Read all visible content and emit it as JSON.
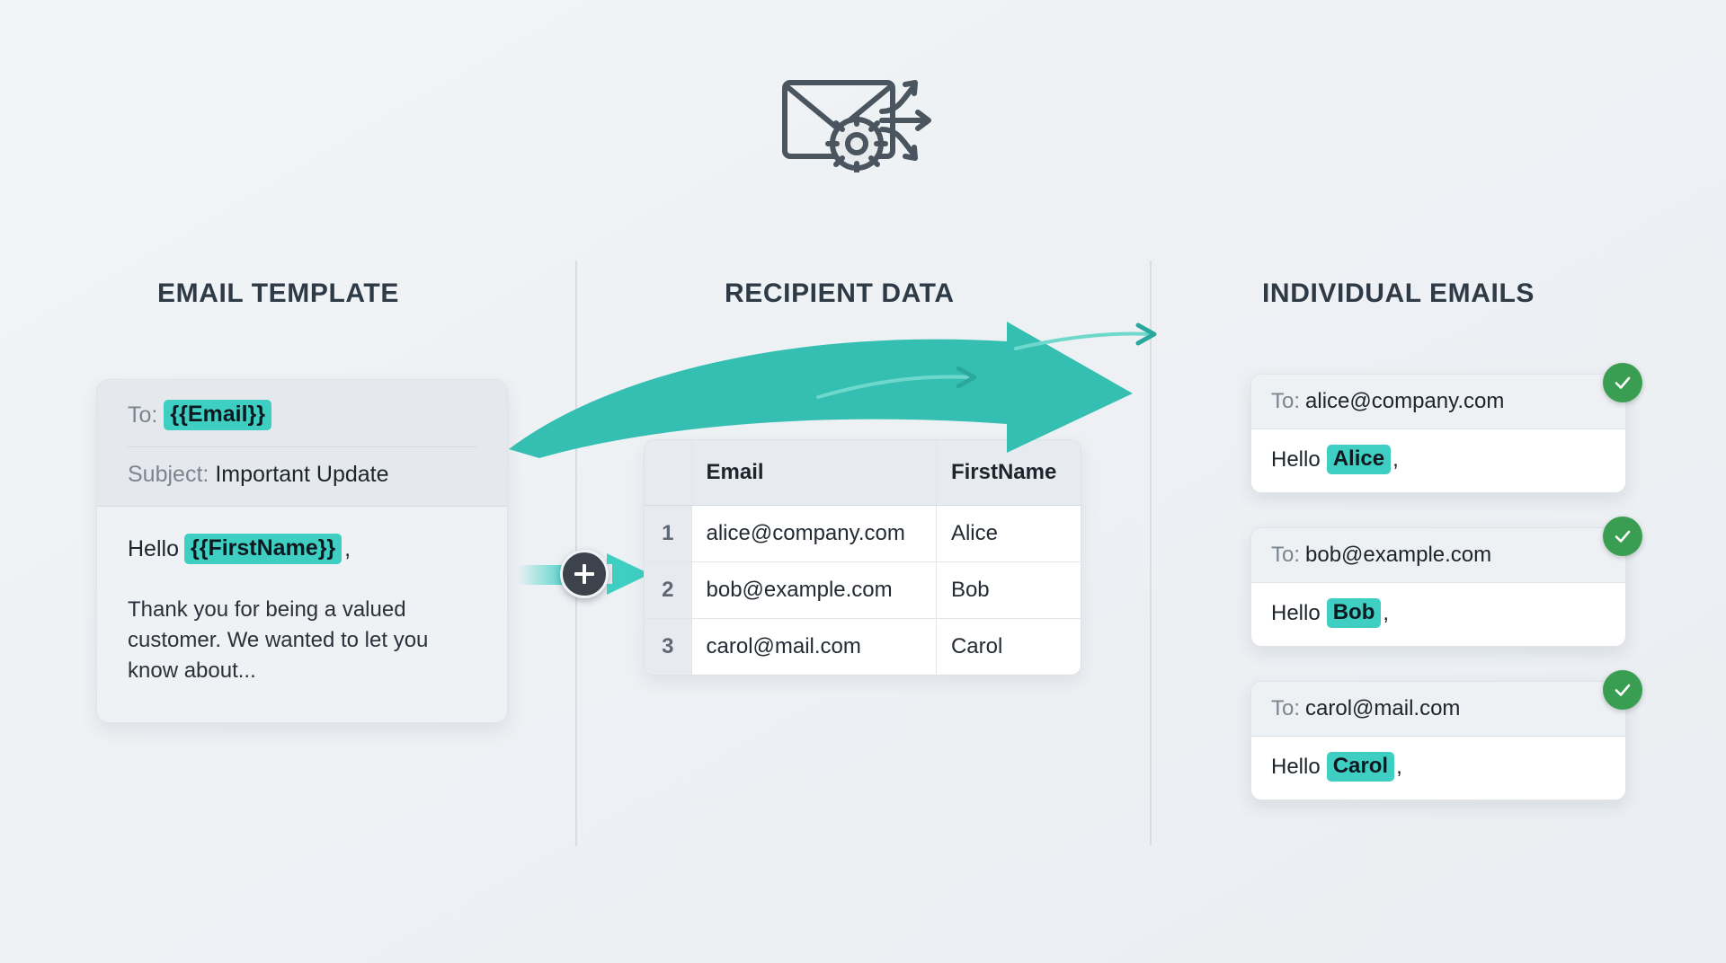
{
  "header": {
    "icon": "envelope-gear-arrows-icon"
  },
  "sections": {
    "template_heading": "EMAIL TEMPLATE",
    "data_heading": "RECIPIENT DATA",
    "output_heading": "INDIVIDUAL EMAILS"
  },
  "template_card": {
    "to_label": "To:",
    "to_token": "{{Email}}",
    "subject_label": "Subject:",
    "subject_value": "Important Update",
    "greeting_label": "Hello",
    "greeting_token": "{{FirstName}}",
    "greeting_punct": ",",
    "body_text": "Thank you for being a valued customer. We wanted to let you know about..."
  },
  "connector": {
    "symbol": "+",
    "name": "merge-plus-icon"
  },
  "recipient_table": {
    "columns": [
      "",
      "Email",
      "FirstName"
    ],
    "rows": [
      {
        "num": "1",
        "email": "alice@company.com",
        "first_name": "Alice"
      },
      {
        "num": "2",
        "email": "bob@example.com",
        "first_name": "Bob"
      },
      {
        "num": "3",
        "email": "carol@mail.com",
        "first_name": "Carol"
      }
    ]
  },
  "output_emails": [
    {
      "to_label": "To:",
      "address": "alice@company.com",
      "greeting_label": "Hello",
      "name": "Alice",
      "punct": ",",
      "status": "sent"
    },
    {
      "to_label": "To:",
      "address": "bob@example.com",
      "greeting_label": "Hello",
      "name": "Bob",
      "punct": ",",
      "status": "sent"
    },
    {
      "to_label": "To:",
      "address": "carol@mail.com",
      "greeting_label": "Hello",
      "name": "Carol",
      "punct": ",",
      "status": "sent"
    }
  ],
  "colors": {
    "accent_teal": "#3ecfc2",
    "arrow_teal": "#35bfb2",
    "success_green": "#3a9e52",
    "heading_dark": "#2f3a47",
    "background": "#eef1f4"
  }
}
